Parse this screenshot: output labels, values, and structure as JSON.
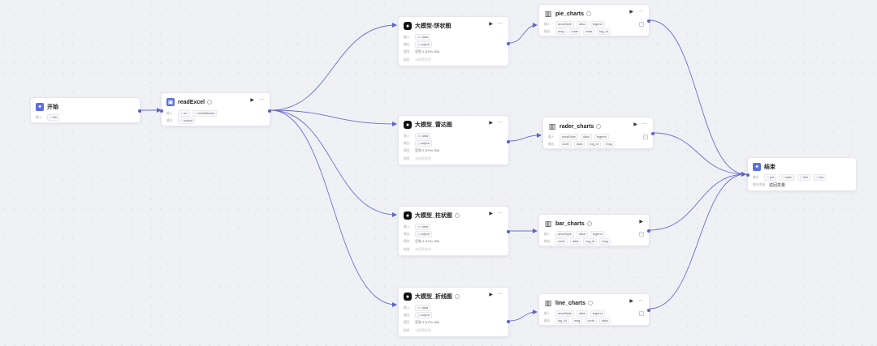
{
  "labels": {
    "input": "输入",
    "output": "输出",
    "model": "模型",
    "check": "校验",
    "output_var": "输出变量"
  },
  "nodes": {
    "start": {
      "title": "开始",
      "icon": "start-icon",
      "inputs": [
        "file"
      ]
    },
    "read_excel": {
      "title": "readExcel",
      "icon": "plugin-icon",
      "inputs": [
        "url",
        "sheetName"
      ],
      "outputs": [
        "output"
      ]
    },
    "llm_pie": {
      "title": "大模型-饼状图",
      "icon": "llm-icon",
      "inputs": [
        "data"
      ],
      "outputs": [
        "output"
      ],
      "model": "豆包·1.5·Pro·32k",
      "check": "未配置校验"
    },
    "llm_radar": {
      "title": "大模型_雷达图",
      "icon": "llm-icon",
      "inputs": [
        "data"
      ],
      "outputs": [
        "output"
      ],
      "model": "豆包·1.5·Pro·32k",
      "check": "未配置校验"
    },
    "llm_bar": {
      "title": "大模型_柱状图",
      "icon": "llm-icon",
      "inputs": [
        "data"
      ],
      "outputs": [
        "output"
      ],
      "model": "豆包·1.5·Pro·32k",
      "check": "未配置校验"
    },
    "llm_line": {
      "title": "大模型_折线图",
      "icon": "llm-icon",
      "inputs": [
        "data"
      ],
      "outputs": [
        "output"
      ],
      "model": "豆包·1.5·Pro·32k",
      "check": "未配置校验"
    },
    "pie_charts": {
      "title": "pie_charts",
      "icon": "bar-chart-icon",
      "inputs": [
        "areaStyle",
        "data",
        "legend",
        "..."
      ],
      "outputs": [
        "msg",
        "code",
        "data",
        "log_id"
      ]
    },
    "rader_charts": {
      "title": "rader_charts",
      "icon": "bar-chart-icon",
      "inputs": [
        "areaStyle",
        "data",
        "legend",
        "..."
      ],
      "outputs": [
        "code",
        "data",
        "log_id",
        "msg"
      ]
    },
    "bar_charts": {
      "title": "bar_charts",
      "icon": "bar-chart-icon",
      "inputs": [
        "areaStyle",
        "data",
        "legend",
        "..."
      ],
      "outputs": [
        "code",
        "data",
        "log_id",
        "msg"
      ]
    },
    "line_charts": {
      "title": "line_charts",
      "icon": "bar-chart-icon",
      "inputs": [
        "areaStyle",
        "data",
        "legend",
        "..."
      ],
      "outputs": [
        "log_id",
        "msg",
        "code",
        "data"
      ]
    },
    "end": {
      "title": "结束",
      "icon": "end-icon",
      "outputs": [
        "pie",
        "rader",
        "line",
        "bar"
      ],
      "answer": "返回变量"
    }
  },
  "colors": {
    "edge": "#5b63c9",
    "accent": "#5b6ee1",
    "canvas": "#f0f1f5"
  }
}
